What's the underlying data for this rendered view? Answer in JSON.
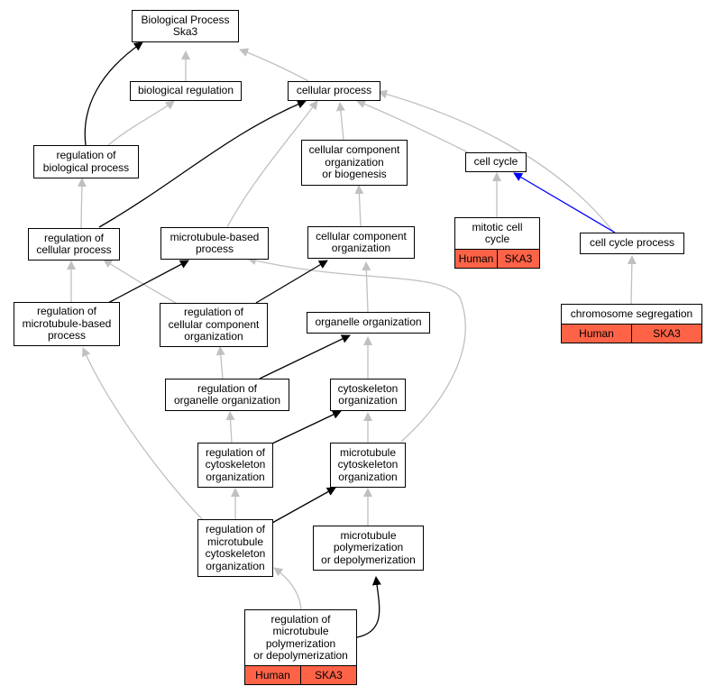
{
  "colors": {
    "node_border": "#000000",
    "annotation_fill": "#ff6347",
    "edge_is_a": "#c0c0c0",
    "edge_regulates": "#000000",
    "edge_part_of": "#0000ff"
  },
  "nodes": {
    "bp": "Biological Process\nSka3",
    "biological_regulation": "biological regulation",
    "cellular_process": "cellular process",
    "regulation_of_biological_process": "regulation of\nbiological process",
    "cellular_component_organization_or_biogenesis": "cellular component\norganization\nor biogenesis",
    "cell_cycle": "cell cycle",
    "regulation_of_cellular_process": "regulation of\ncellular process",
    "microtubule_based_process": "microtubule-based\nprocess",
    "cellular_component_organization": "cellular component\norganization",
    "mitotic_cell_cycle": "mitotic cell\ncycle",
    "cell_cycle_process": "cell cycle process",
    "regulation_of_microtubule_based_process": "regulation of\nmicrotubule-based\nprocess",
    "regulation_of_cellular_component_organization": "regulation of\ncellular component\norganization",
    "organelle_organization": "organelle organization",
    "chromosome_segregation": "chromosome segregation",
    "regulation_of_organelle_organization": "regulation of\norganelle organization",
    "cytoskeleton_organization": "cytoskeleton\norganization",
    "regulation_of_cytoskeleton_organization": "regulation of\ncytoskeleton\norganization",
    "microtubule_cytoskeleton_organization": "microtubule\ncytoskeleton\norganization",
    "regulation_of_microtubule_cytoskeleton_organization": "regulation of\nmicrotubule\ncytoskeleton\norganization",
    "microtubule_polymerization_or_depolymerization": "microtubule\npolymerization\nor depolymerization",
    "regulation_of_microtubule_polymerization_or_depolymerization": "regulation of\nmicrotubule\npolymerization\nor depolymerization"
  },
  "annotations": {
    "mitotic_cell_cycle": [
      "Human",
      "SKA3"
    ],
    "chromosome_segregation": [
      "Human",
      "SKA3"
    ],
    "regulation_of_microtubule_polymerization_or_depolymerization": [
      "Human",
      "SKA3"
    ]
  }
}
